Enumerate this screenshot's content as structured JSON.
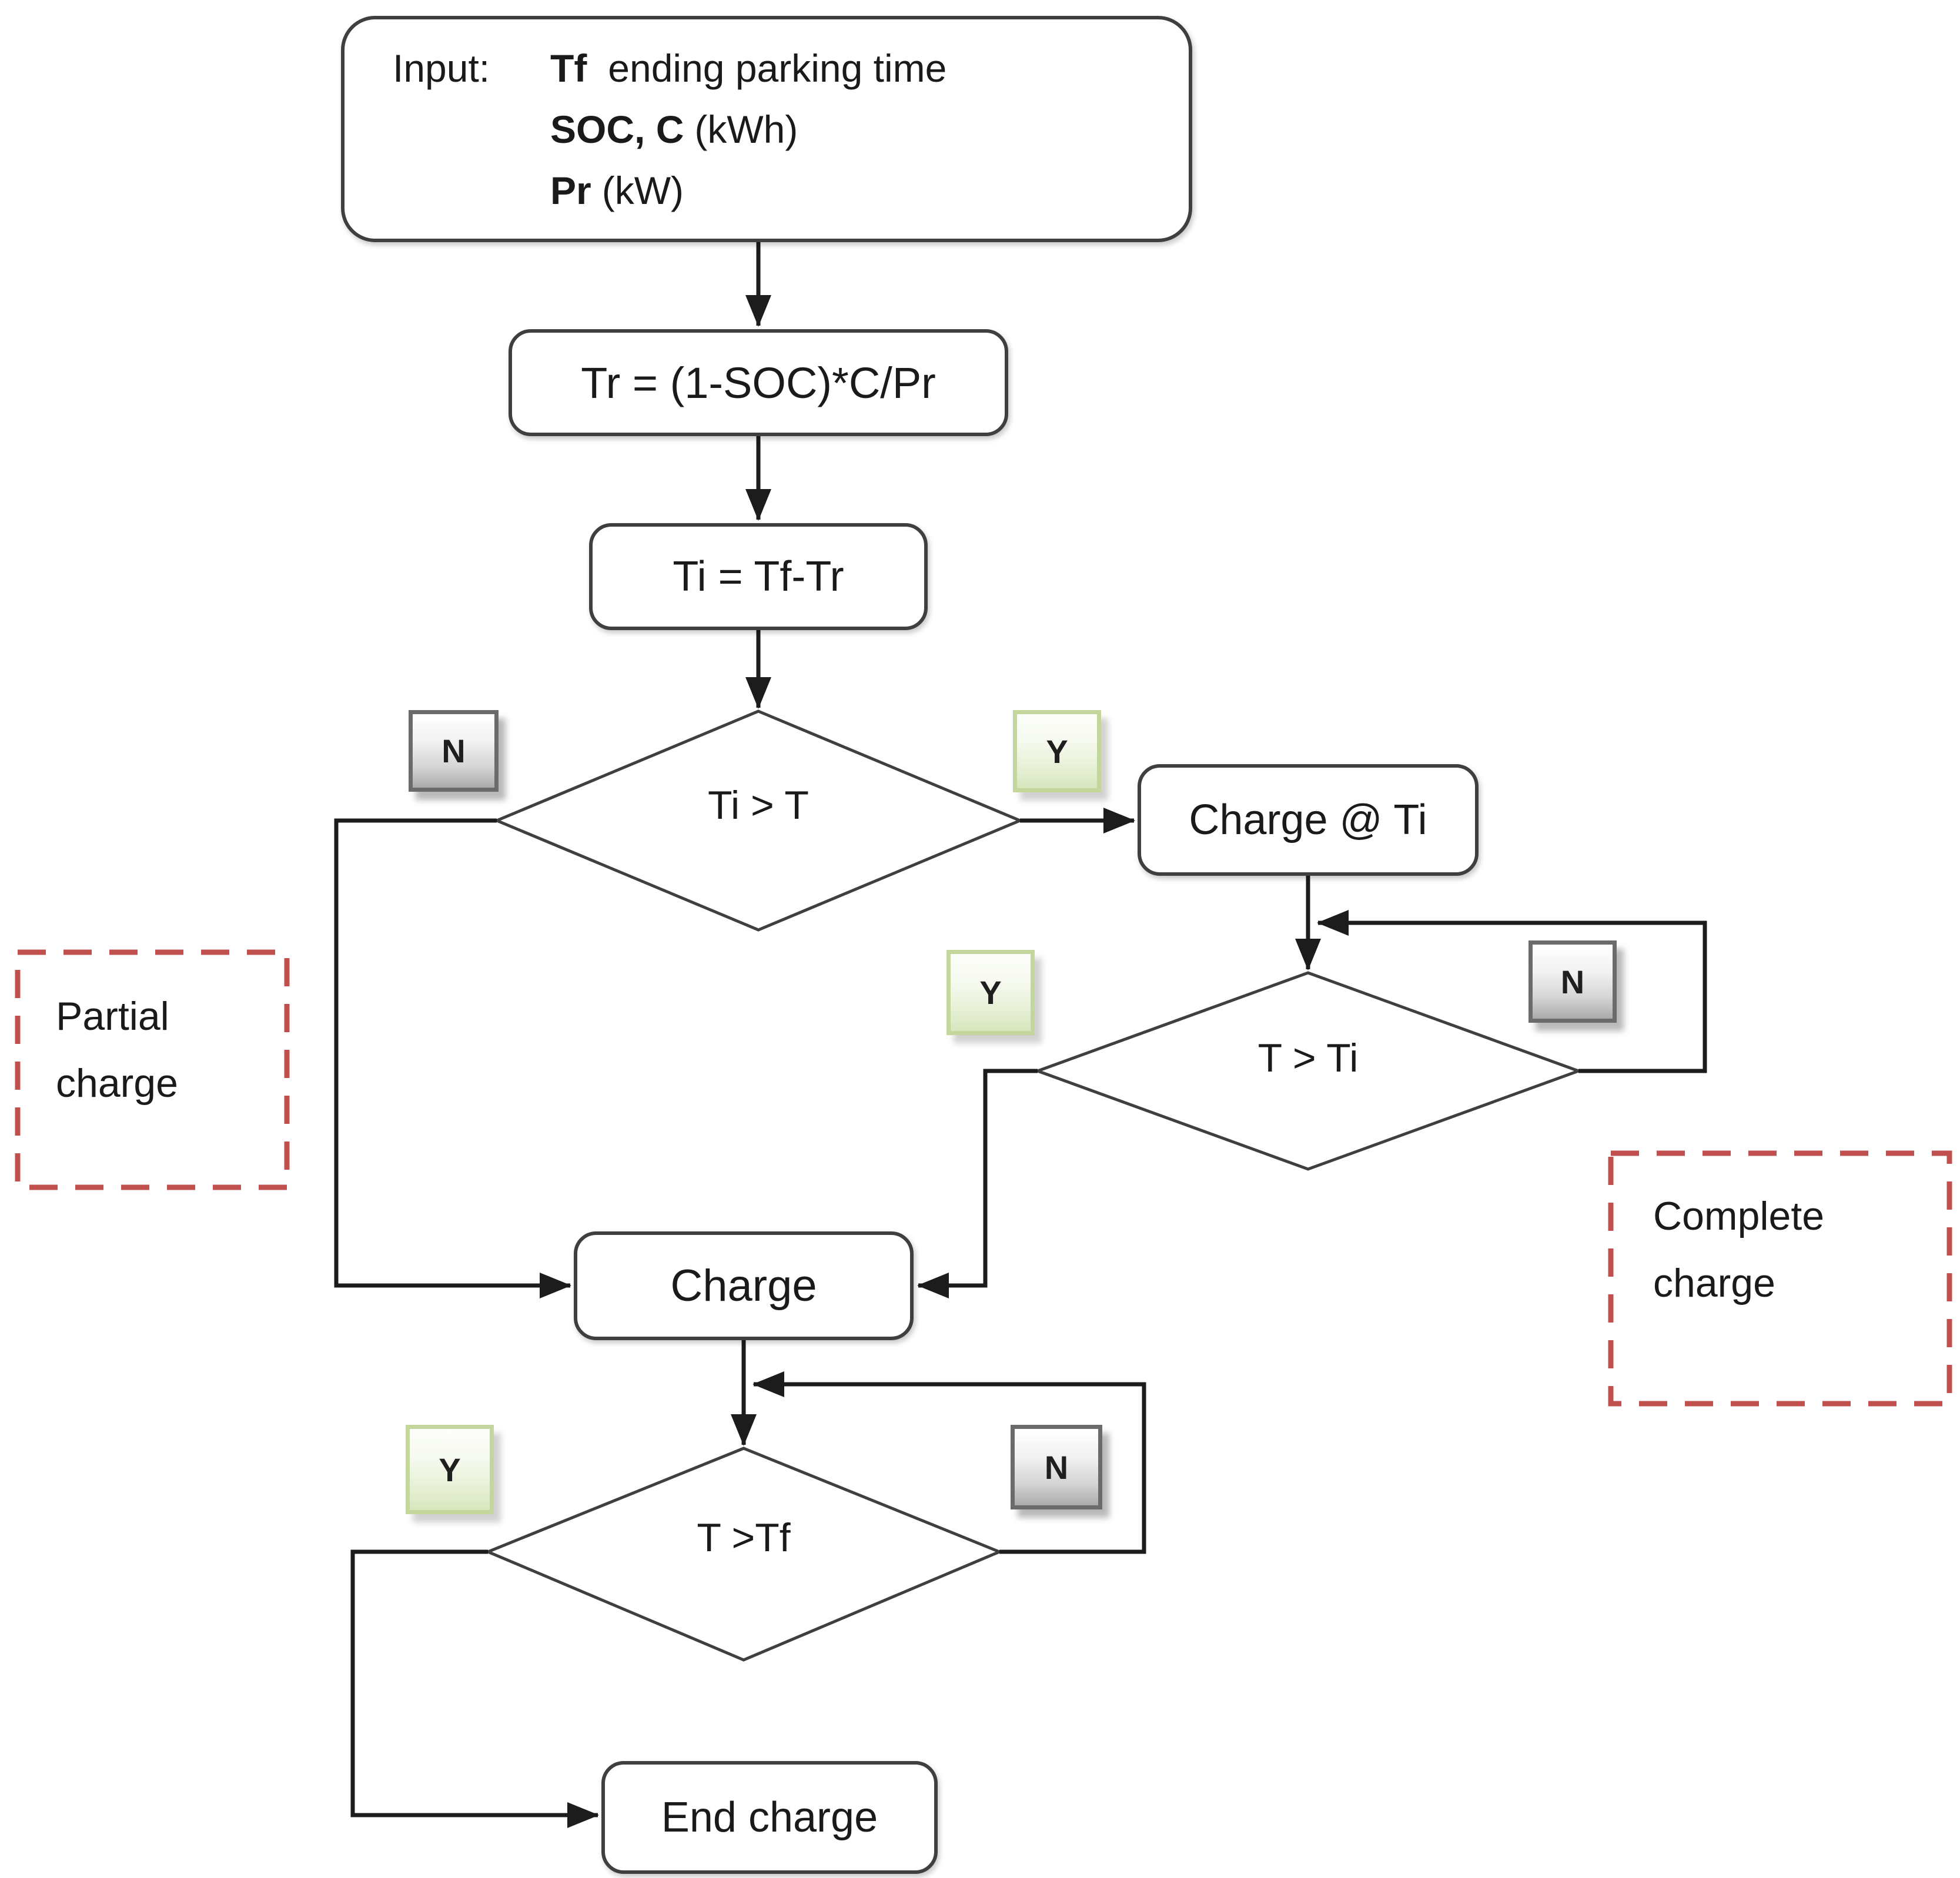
{
  "flow": {
    "input": {
      "prefix": "Input:",
      "l1b": "Tf",
      "l1r": "ending parking time",
      "l2b": "SOC, C",
      "l2r": "(kWh)",
      "l3b": "Pr",
      "l3r": "(kW)"
    },
    "tr": "Tr = (1-SOC)*C/Pr",
    "ti": "Ti = Tf-Tr",
    "d1": "Ti > T",
    "charge_ti": "Charge @ Ti",
    "d2": "T > Ti",
    "charge": "Charge",
    "d3": "T >Tf",
    "end": "End charge"
  },
  "badges": {
    "yes": "Y",
    "no": "N"
  },
  "annotations": {
    "partial_l1": "Partial",
    "partial_l2": "charge",
    "complete_l1": "Complete",
    "complete_l2": "charge"
  },
  "colors": {
    "annotation_border": "#c0504d",
    "yes_border": "#c3d69b",
    "yes_fill": "#e7f0d6",
    "no_border": "#6b6b6b",
    "no_fill": "#d4d4d4",
    "shape_border": "#3f3f3f",
    "connector": "#1c1c1c"
  }
}
